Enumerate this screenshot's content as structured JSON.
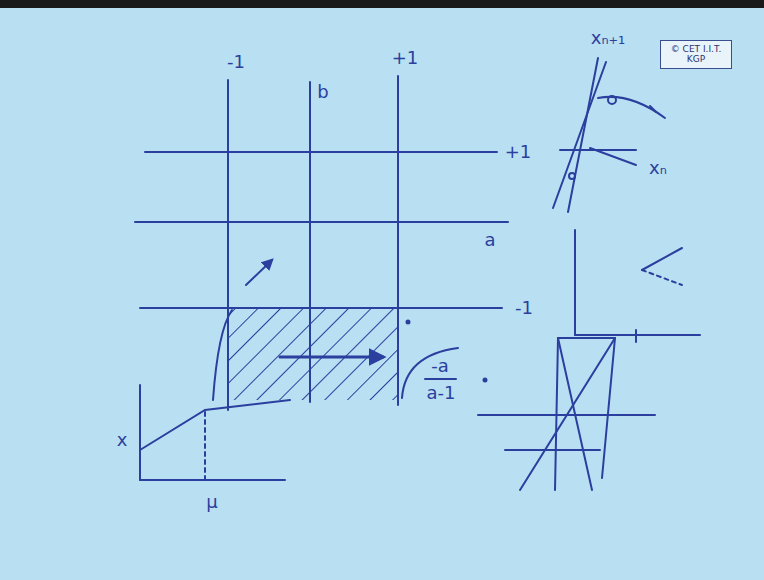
{
  "diagram": {
    "nodes": [
      {
        "text": [
          "© CET I.I.T. KGP"
        ]
      }
    ],
    "labels": [
      "-1",
      "b",
      "+1",
      "+1",
      "a",
      "-1",
      "-a",
      "a-1",
      "xₙ₊₁",
      "xₙ",
      "x",
      "μ"
    ]
  }
}
